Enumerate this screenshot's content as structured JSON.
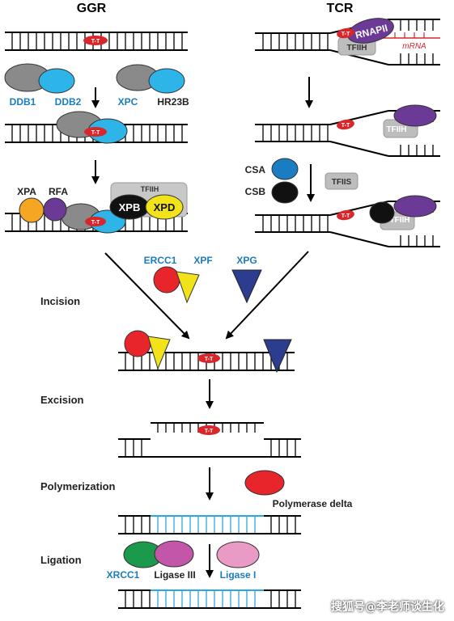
{
  "headers": {
    "ggr": "GGR",
    "tcr": "TCR"
  },
  "lesion": "T-T",
  "proteins": {
    "ddb1": "DDB1",
    "ddb2": "DDB2",
    "xpc": "XPC",
    "hr23b": "HR23B",
    "xpa": "XPA",
    "rfa": "RFA",
    "tfiih": "TFIIH",
    "xpb": "XPB",
    "xpd": "XPD",
    "rnapii": "RNAPII",
    "mrna": "mRNA",
    "csa": "CSA",
    "csb": "CSB",
    "tfiis": "TFIIS",
    "ercc1": "ERCC1",
    "xpf": "XPF",
    "xpg": "XPG",
    "polymerase_delta": "Polymerase delta",
    "xrcc1": "XRCC1",
    "ligase3": "Ligase III",
    "ligase1": "Ligase I"
  },
  "steps": {
    "incision": "Incision",
    "excision": "Excision",
    "polymerization": "Polymerization",
    "ligation": "Ligation"
  },
  "watermark": "搜狐号@李老师谈生化",
  "colors": {
    "lesion_red": "#d8262b",
    "ddb2_blue": "#2db4e8",
    "grey": "#8a8a8a",
    "purple": "#6b3a96",
    "xpa_orange": "#f5a623",
    "xpd_yellow": "#f2e21a",
    "blue_label": "#1a7cc1",
    "xpg_navy": "#2c3d8f",
    "green": "#1a9a4a",
    "magenta": "#c356a8",
    "pink": "#e99ac5",
    "repair_cyan": "#2aa8de"
  }
}
